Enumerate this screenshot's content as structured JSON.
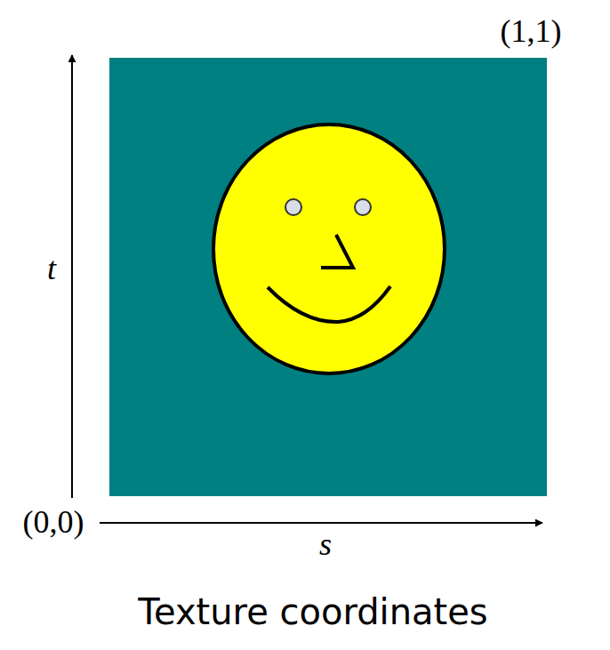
{
  "diagram": {
    "caption": "Texture coordinates",
    "labels": [
      "(1,1)",
      "t",
      "(0,0)",
      "s"
    ]
  }
}
